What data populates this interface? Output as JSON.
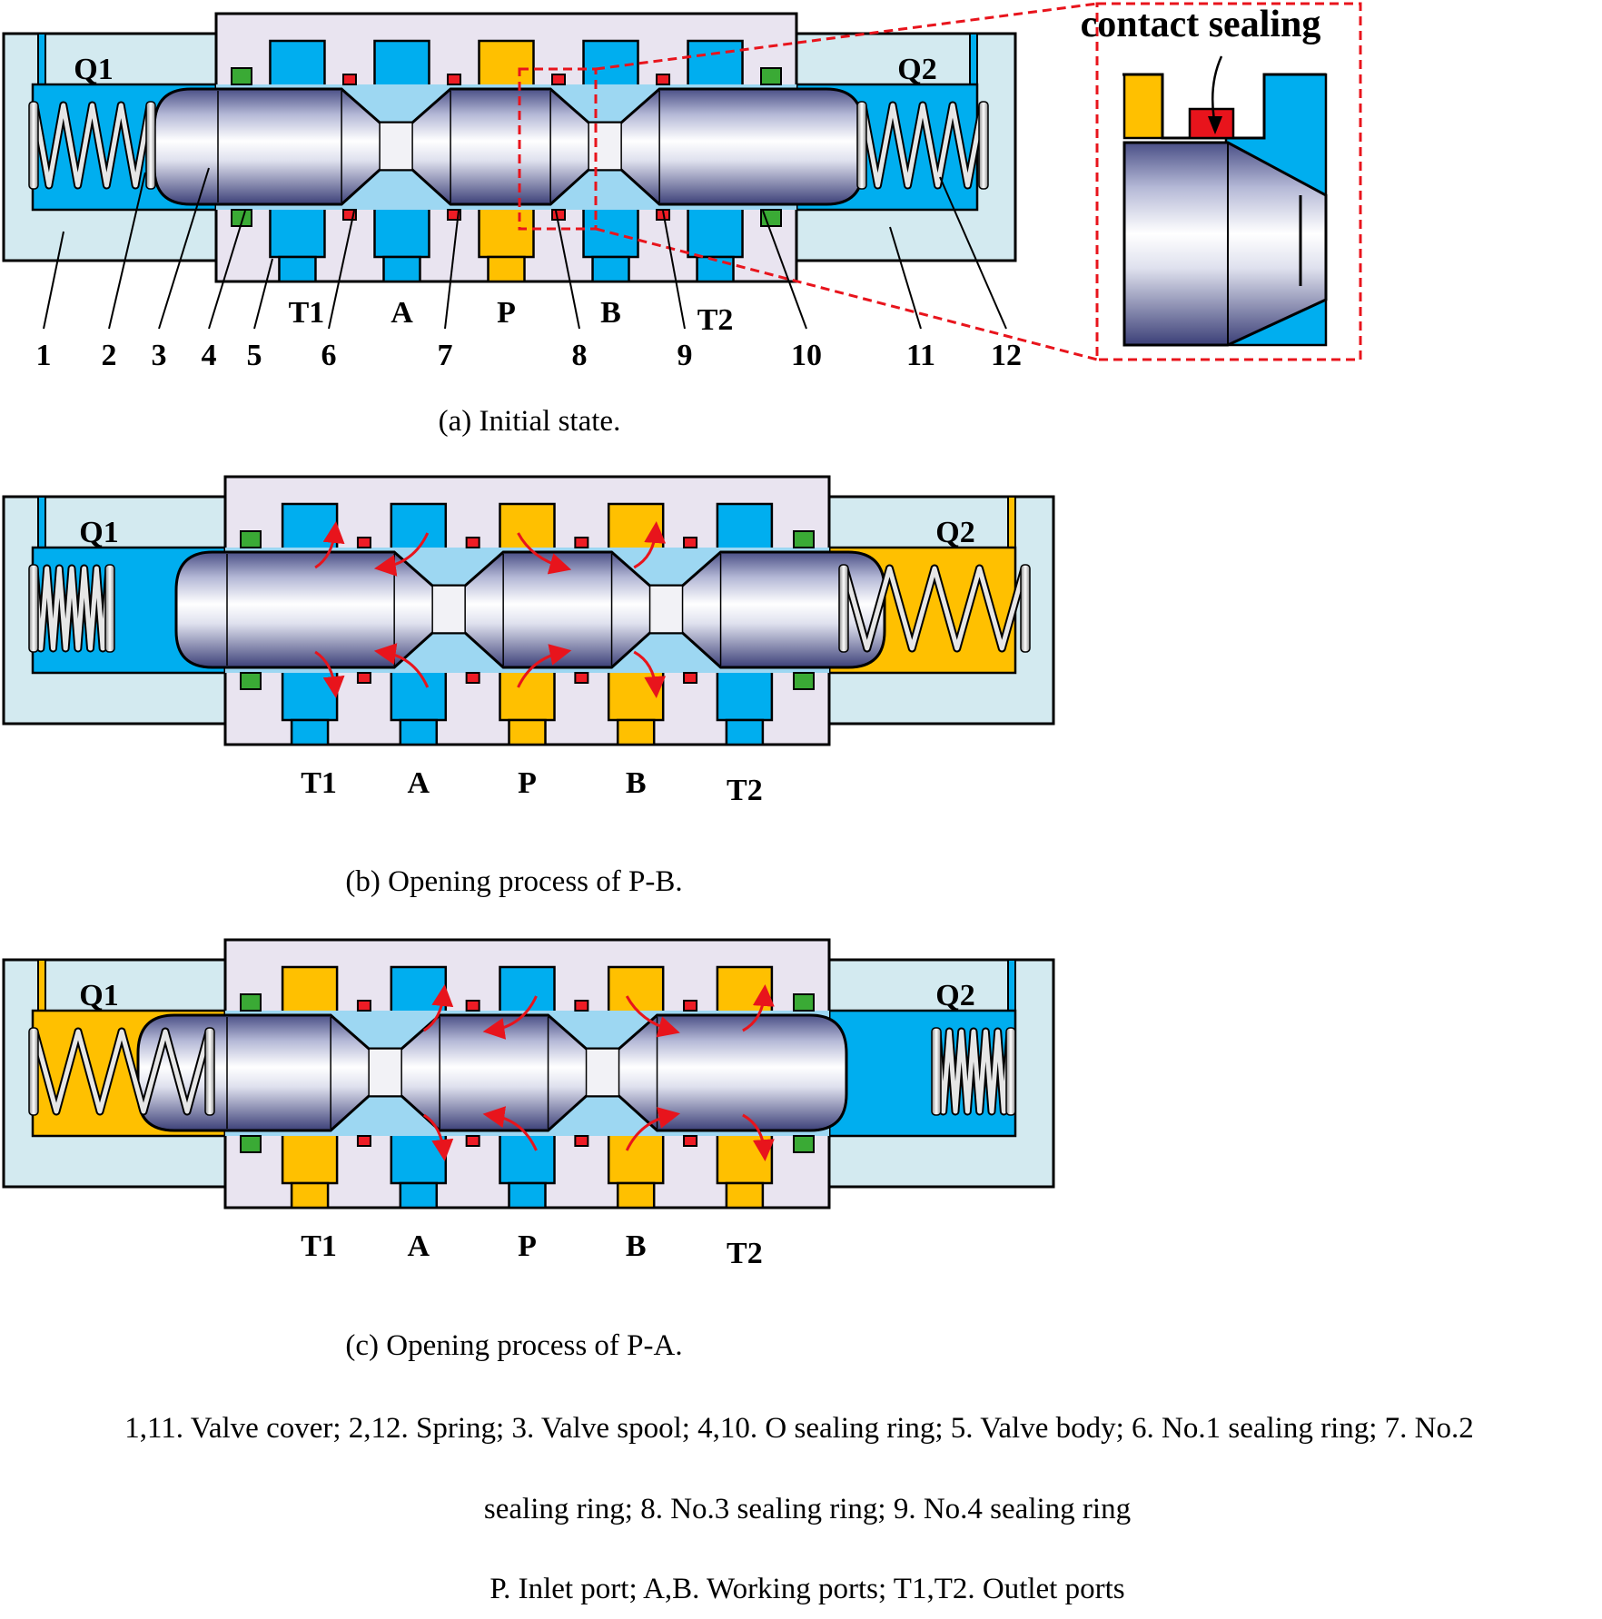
{
  "colors": {
    "cover": "#d3eaf0",
    "body": "#e9e4f0",
    "blue": "#00aeef",
    "yellow": "#ffc000",
    "green": "#3aaa35",
    "red": "#ee1c25",
    "arrow": "#e8141c",
    "highlight": "#e8141c"
  },
  "panels": [
    {
      "id": "a",
      "caption": "(a) Initial state.",
      "state": "initial",
      "chambers": {
        "left": "blue",
        "right": "blue"
      },
      "ports": [
        {
          "label": "T1",
          "color": "blue"
        },
        {
          "label": "A",
          "color": "blue"
        },
        {
          "label": "P",
          "color": "yellow"
        },
        {
          "label": "B",
          "color": "blue"
        },
        {
          "label": "T2",
          "color": "blue"
        }
      ],
      "control_labels": [
        "Q1",
        "Q2"
      ],
      "part_numbers": [
        "1",
        "2",
        "3",
        "4",
        "5",
        "6",
        "7",
        "8",
        "9",
        "10",
        "11",
        "12"
      ]
    },
    {
      "id": "b",
      "caption": "(b) Opening process of P-B.",
      "state": "P-B open",
      "chambers": {
        "left": "blue",
        "right": "yellow"
      },
      "ports": [
        {
          "label": "T1",
          "color": "blue"
        },
        {
          "label": "A",
          "color": "blue"
        },
        {
          "label": "P",
          "color": "yellow"
        },
        {
          "label": "B",
          "color": "yellow"
        },
        {
          "label": "T2",
          "color": "blue"
        }
      ],
      "control_labels": [
        "Q1",
        "Q2"
      ]
    },
    {
      "id": "c",
      "caption": "(c) Opening process of P-A.",
      "state": "P-A open",
      "chambers": {
        "left": "yellow",
        "right": "blue"
      },
      "ports": [
        {
          "label": "T1",
          "color": "yellow"
        },
        {
          "label": "A",
          "color": "blue"
        },
        {
          "label": "P",
          "color": "blue"
        },
        {
          "label": "B",
          "color": "yellow"
        },
        {
          "label": "T2",
          "color": "yellow"
        }
      ],
      "control_labels": [
        "Q1",
        "Q2"
      ]
    }
  ],
  "inset": {
    "title": "contact sealing"
  },
  "legend": {
    "line1": "1,11. Valve cover; 2,12. Spring; 3. Valve spool; 4,10. O sealing ring; 5. Valve body; 6. No.1 sealing ring; 7. No.2",
    "line2": "sealing ring; 8. No.3 sealing ring; 9. No.4 sealing ring",
    "line3": "P. Inlet port; A,B. Working ports; T1,T2. Outlet ports"
  }
}
